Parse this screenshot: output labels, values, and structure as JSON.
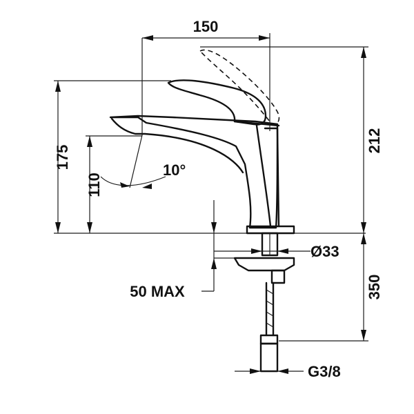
{
  "drawing": {
    "subject": "faucet-technical-drawing",
    "dimensions": {
      "width_top": "150",
      "height_total": "212",
      "height_spout_top": "175",
      "height_spout_outlet": "110",
      "spout_angle": "10°",
      "hole_diameter": "Ø33",
      "counter_max": "50 MAX",
      "hose_length": "350",
      "thread": "G3/8"
    }
  }
}
